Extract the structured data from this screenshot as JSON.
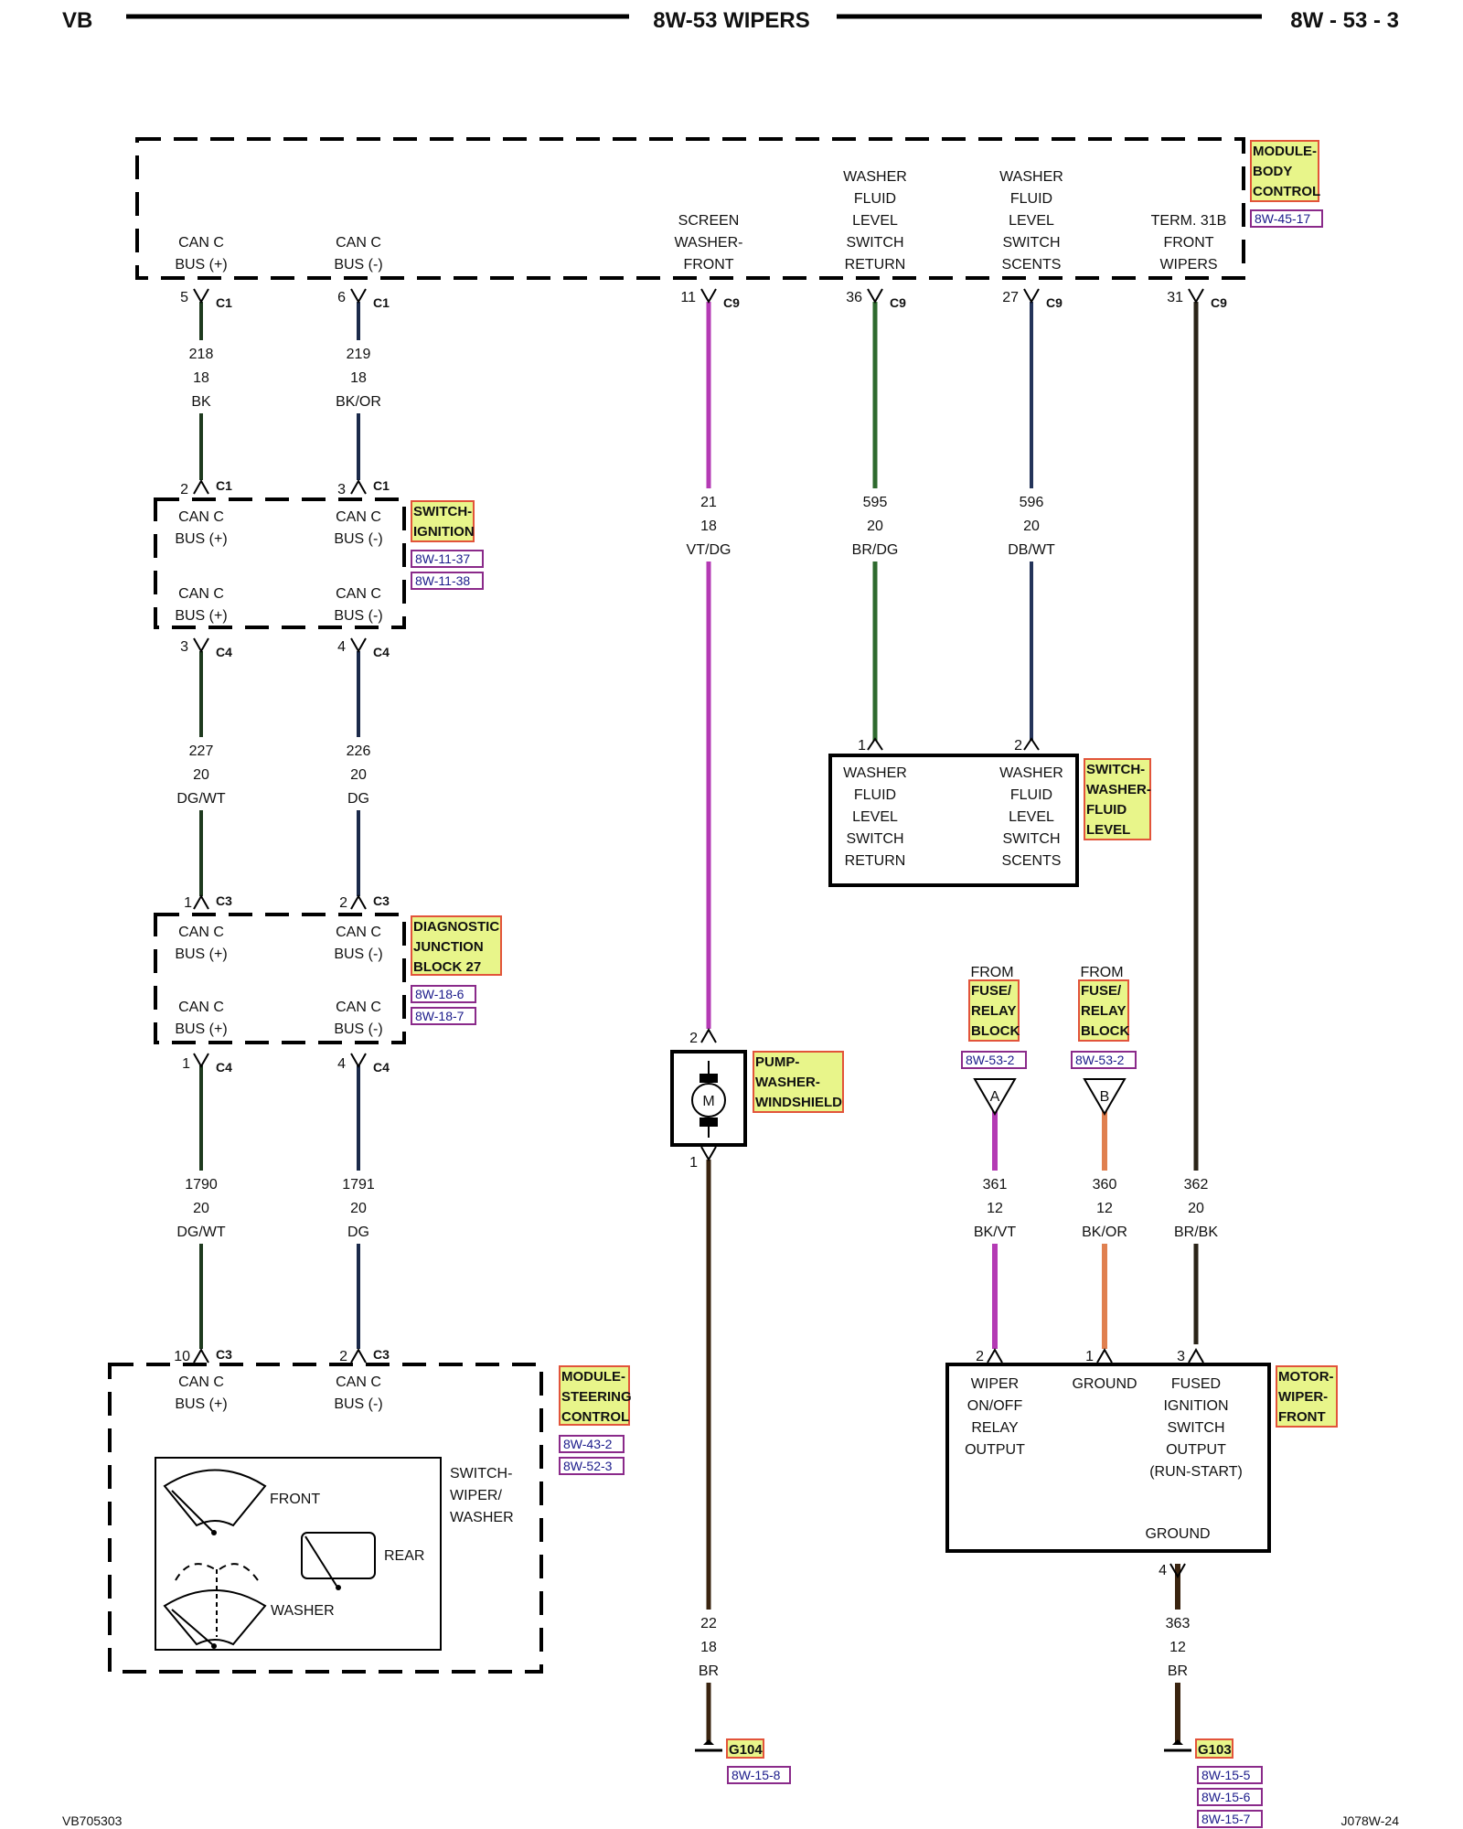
{
  "header": {
    "left": "VB",
    "title": "8W-53 WIPERS",
    "right": "8W - 53 - 3"
  },
  "footer": {
    "left": "VB705303",
    "right": "J078W-24"
  },
  "colors": {
    "label_bg": "#e8f58a",
    "label_border": "#e2543a",
    "ref_border": "#8a2a8a",
    "ref_text": "#1a1a8a",
    "wire_bk": "#1e3a1e",
    "wire_bk_or": "#1b2a4a",
    "wire_vt_dg": "#b43ab4",
    "wire_br_dg": "#2e6a2e",
    "wire_db_wt": "#24345a",
    "wire_br_bk": "#2a2418",
    "wire_br": "#3a2410",
    "wire_bk_vt": "#b43ab4",
    "wire_bk_or2": "#e08050"
  },
  "components": {
    "bcm": {
      "name": "MODULE-BODY CONTROL",
      "name_lines": [
        "MODULE-",
        "BODY",
        "CONTROL"
      ],
      "refs": [
        "8W-45-17"
      ],
      "pins": [
        {
          "lines": [
            "CAN C",
            "BUS (+)"
          ]
        },
        {
          "lines": [
            "CAN C",
            "BUS (-)"
          ]
        },
        {
          "lines": [
            "SCREEN",
            "WASHER-",
            "FRONT"
          ]
        },
        {
          "lines": [
            "WASHER",
            "FLUID",
            "LEVEL",
            "SWITCH",
            "RETURN"
          ]
        },
        {
          "lines": [
            "WASHER",
            "FLUID",
            "LEVEL",
            "SWITCH",
            "SCENTS"
          ]
        },
        {
          "lines": [
            "TERM. 31B",
            "FRONT",
            "WIPERS"
          ]
        }
      ]
    },
    "ignition": {
      "name_lines": [
        "SWITCH-",
        "IGNITION"
      ],
      "refs": [
        "8W-11-37",
        "8W-11-38"
      ],
      "pins": [
        {
          "lines": [
            "CAN C",
            "BUS (+)"
          ]
        },
        {
          "lines": [
            "CAN C",
            "BUS (-)"
          ]
        },
        {
          "lines": [
            "CAN C",
            "BUS (+)"
          ]
        },
        {
          "lines": [
            "CAN C",
            "BUS (-)"
          ]
        }
      ]
    },
    "djb": {
      "name_lines": [
        "DIAGNOSTIC",
        "JUNCTION",
        "BLOCK 27"
      ],
      "refs": [
        "8W-18-6",
        "8W-18-7"
      ],
      "pins": [
        {
          "lines": [
            "CAN C",
            "BUS (+)"
          ]
        },
        {
          "lines": [
            "CAN C",
            "BUS (-)"
          ]
        },
        {
          "lines": [
            "CAN C",
            "BUS (+)"
          ]
        },
        {
          "lines": [
            "CAN C",
            "BUS (-)"
          ]
        }
      ]
    },
    "scm": {
      "name_lines": [
        "MODULE-",
        "STEERING",
        "CONTROL"
      ],
      "refs": [
        "8W-43-2",
        "8W-52-3"
      ],
      "pins": [
        {
          "lines": [
            "CAN C",
            "BUS (+)"
          ]
        },
        {
          "lines": [
            "CAN C",
            "BUS (-)"
          ]
        }
      ],
      "switch_lines": [
        "SWITCH-",
        "WIPER/",
        "WASHER"
      ],
      "front": "FRONT",
      "rear": "REAR",
      "washer": "WASHER"
    },
    "washer_level": {
      "name_lines": [
        "SWITCH-",
        "WASHER-",
        "FLUID",
        "LEVEL"
      ],
      "pins": [
        {
          "lines": [
            "WASHER",
            "FLUID",
            "LEVEL",
            "SWITCH",
            "RETURN"
          ]
        },
        {
          "lines": [
            "WASHER",
            "FLUID",
            "LEVEL",
            "SWITCH",
            "SCENTS"
          ]
        }
      ]
    },
    "pump": {
      "name_lines": [
        "PUMP-",
        "WASHER-",
        "WINDSHIELD"
      ],
      "motor": "M"
    },
    "wiper_motor": {
      "name_lines": [
        "MOTOR-",
        "WIPER-",
        "FRONT"
      ],
      "pins": [
        {
          "lines": [
            "WIPER",
            "ON/OFF",
            "RELAY",
            "OUTPUT"
          ]
        },
        {
          "lines": [
            "GROUND"
          ]
        },
        {
          "lines": [
            "FUSED",
            "IGNITION",
            "SWITCH",
            "OUTPUT",
            "(RUN-START)"
          ]
        }
      ],
      "ground_label": "GROUND"
    },
    "fuse_a": {
      "from": "FROM",
      "name_lines": [
        "FUSE/",
        "RELAY",
        "BLOCK"
      ],
      "ref": "8W-53-2",
      "tag": "A"
    },
    "fuse_b": {
      "from": "FROM",
      "name_lines": [
        "FUSE/",
        "RELAY",
        "BLOCK"
      ],
      "ref": "8W-53-2",
      "tag": "B"
    },
    "g104": {
      "name": "G104",
      "refs": [
        "8W-15-8"
      ]
    },
    "g103": {
      "name": "G103",
      "refs": [
        "8W-15-5",
        "8W-15-6",
        "8W-15-7"
      ]
    }
  },
  "connectors": [
    {
      "pin": "5",
      "conn": "C1"
    },
    {
      "pin": "6",
      "conn": "C1"
    },
    {
      "pin": "11",
      "conn": "C9"
    },
    {
      "pin": "36",
      "conn": "C9"
    },
    {
      "pin": "27",
      "conn": "C9"
    },
    {
      "pin": "31",
      "conn": "C9"
    },
    {
      "pin": "2",
      "conn": "C1"
    },
    {
      "pin": "3",
      "conn": "C1"
    },
    {
      "pin": "3",
      "conn": "C4"
    },
    {
      "pin": "4",
      "conn": "C4"
    },
    {
      "pin": "1",
      "conn": "C3"
    },
    {
      "pin": "2",
      "conn": "C3"
    },
    {
      "pin": "1",
      "conn": "C4"
    },
    {
      "pin": "4",
      "conn": "C4"
    },
    {
      "pin": "10",
      "conn": "C3"
    },
    {
      "pin": "2",
      "conn": "C3"
    },
    {
      "pin": "1",
      "conn": ""
    },
    {
      "pin": "2",
      "conn": ""
    },
    {
      "pin": "2",
      "conn": ""
    },
    {
      "pin": "1",
      "conn": ""
    },
    {
      "pin": "2",
      "conn": ""
    },
    {
      "pin": "1",
      "conn": ""
    },
    {
      "pin": "3",
      "conn": ""
    },
    {
      "pin": "4",
      "conn": ""
    }
  ],
  "wires": [
    {
      "circuit": "218",
      "gauge": "18",
      "color": "BK"
    },
    {
      "circuit": "219",
      "gauge": "18",
      "color": "BK/OR"
    },
    {
      "circuit": "21",
      "gauge": "18",
      "color": "VT/DG"
    },
    {
      "circuit": "595",
      "gauge": "20",
      "color": "BR/DG"
    },
    {
      "circuit": "596",
      "gauge": "20",
      "color": "DB/WT"
    },
    {
      "circuit": "227",
      "gauge": "20",
      "color": "DG/WT"
    },
    {
      "circuit": "226",
      "gauge": "20",
      "color": "DG"
    },
    {
      "circuit": "1790",
      "gauge": "20",
      "color": "DG/WT"
    },
    {
      "circuit": "1791",
      "gauge": "20",
      "color": "DG"
    },
    {
      "circuit": "361",
      "gauge": "12",
      "color": "BK/VT"
    },
    {
      "circuit": "360",
      "gauge": "12",
      "color": "BK/OR"
    },
    {
      "circuit": "362",
      "gauge": "20",
      "color": "BR/BK"
    },
    {
      "circuit": "22",
      "gauge": "18",
      "color": "BR"
    },
    {
      "circuit": "363",
      "gauge": "12",
      "color": "BR"
    }
  ]
}
